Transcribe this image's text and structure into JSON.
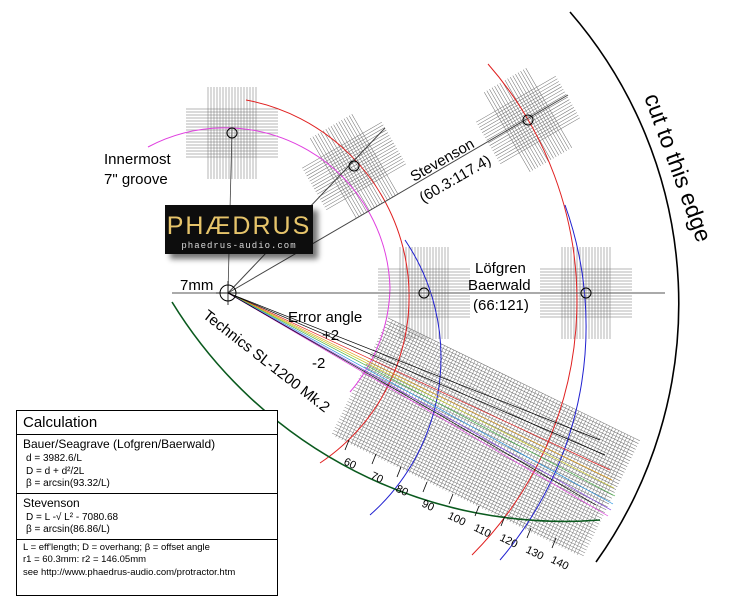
{
  "logo": {
    "brand": "PHÆDRUS",
    "url": "phaedrus-audio.com"
  },
  "labels": {
    "cut_edge": "cut to this edge",
    "innermost_line1": "Innermost",
    "innermost_line2": "7\" groove",
    "stevenson_name": "Stevenson",
    "stevenson_params": "(60.3:117.4)",
    "lofgren_line1": "Löfgren",
    "lofgren_line2": "Baerwald",
    "lofgren_params": "(66:121)",
    "seven_mm": "7mm",
    "error_angle": "Error angle",
    "plus2": "+2",
    "minus2": "-2",
    "arm": "Technics SL-1200 Mk.2"
  },
  "scale_ticks": [
    "60",
    "70",
    "80",
    "90",
    "100",
    "110",
    "120",
    "130",
    "140"
  ],
  "calc": {
    "title": "Calculation",
    "bauer_heading": "Bauer/Seagrave (Lofgren/Baerwald)",
    "bauer_d": "d = 3982.6/L",
    "bauer_D": "D = d + d²/2L",
    "bauer_beta": "β = arcsin(93.32/L)",
    "stev_heading": "Stevenson",
    "stev_D": "D = L -√ L² - 7080.68",
    "stev_beta": "β = arcsin(86.86/L)",
    "note1": "L = eff'length; D = overhang;  β = offset angle",
    "note2": "r1 = 60.3mm: r2 = 146.05mm",
    "note3": "see http://www.phaedrus-audio.com/protractor.htm"
  },
  "colors": {
    "magenta": "#e040e0",
    "red": "#e02020",
    "blue": "#2020d0",
    "arm_green": "#0a5a1e",
    "grid_gray": "#6a6a6a",
    "logo_bg": "#111111",
    "logo_gold": "#e6c46a"
  }
}
